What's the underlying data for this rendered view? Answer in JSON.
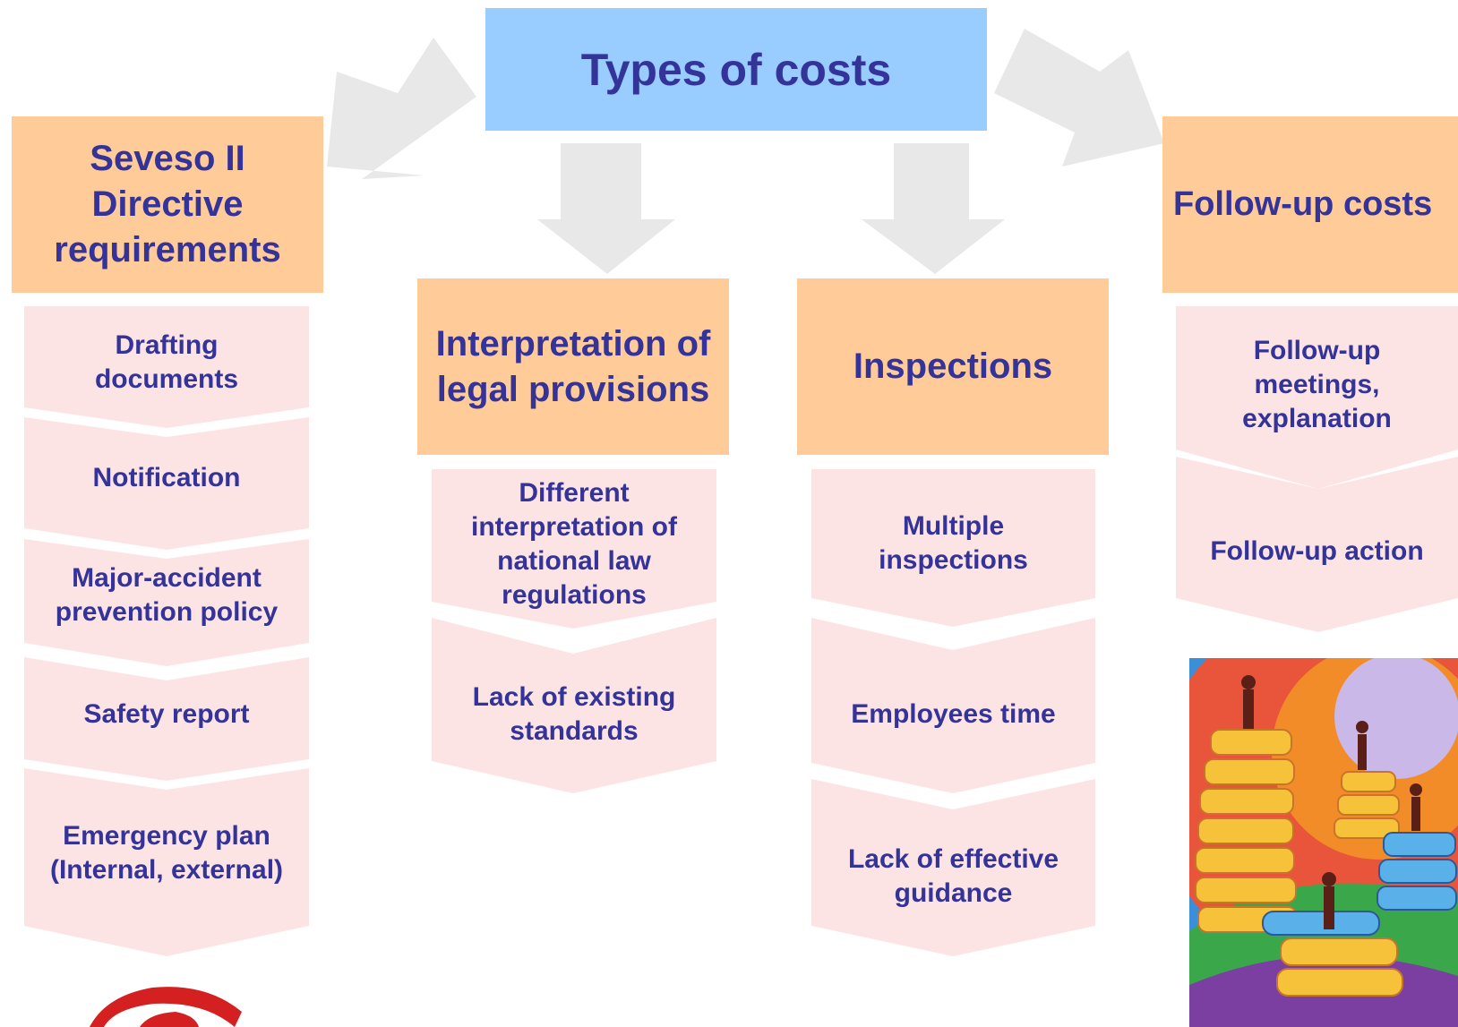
{
  "title": "Types of costs",
  "colors": {
    "title_fill": "#99ccff",
    "category_fill": "#ffcc99",
    "item_fill": "#fde4e4",
    "arrow_fill": "#e8e8e8",
    "text": "#333399"
  },
  "categories": [
    {
      "label": "Seveso II Directive requirements",
      "items": [
        "Drafting documents",
        "Notification",
        "Major-accident prevention policy",
        "Safety report",
        "Emergency plan (Internal, external)"
      ]
    },
    {
      "label": "Interpretation of legal provisions",
      "items": [
        "Different interpretation of national law regulations",
        "Lack of existing standards"
      ]
    },
    {
      "label": "Inspections",
      "items": [
        "Multiple inspections",
        "Employees time",
        "Lack of effective guidance"
      ]
    },
    {
      "label": "Follow-up costs",
      "items": [
        "Follow-up meetings, explanation",
        "Follow-up action"
      ]
    }
  ],
  "illustration": "coin-stacks-illustration",
  "logo": "red-logo-partial"
}
